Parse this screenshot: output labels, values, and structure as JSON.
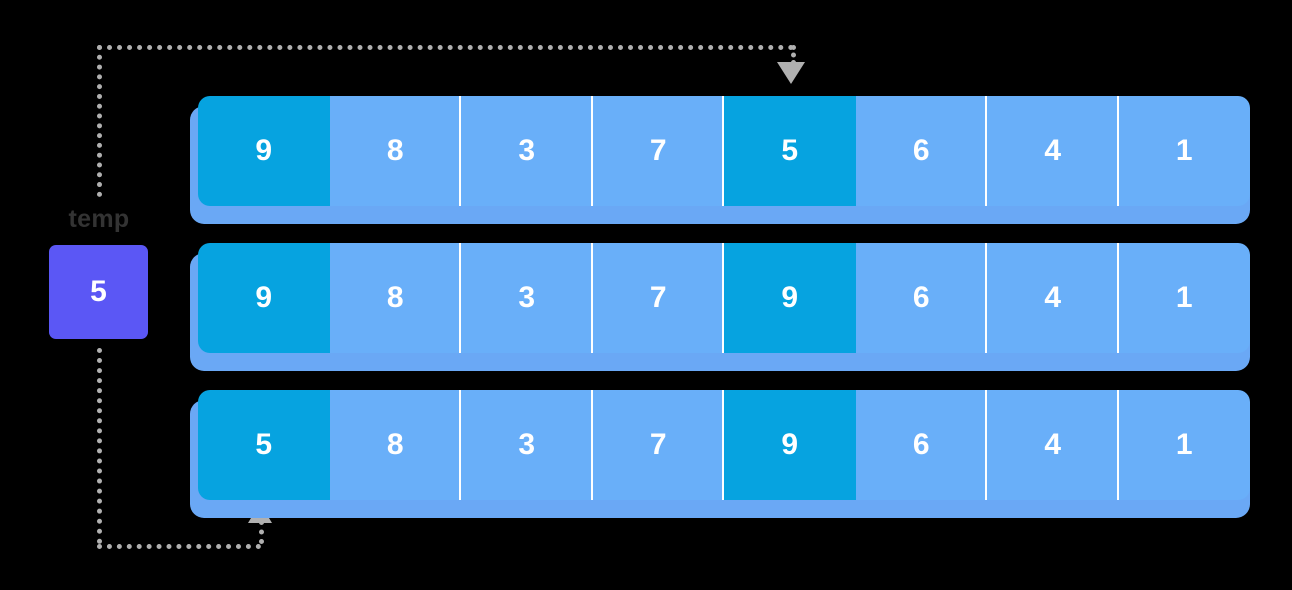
{
  "title": "array-swap-with-temp-diagram",
  "colors": {
    "background": "#000000",
    "cell_normal": "#69aff9",
    "cell_highlight": "#06a3e0",
    "row_base": "#6aa8f5",
    "temp_box": "#5b57f5",
    "connector": "#b0b0b0",
    "label_text": "#333333",
    "value_text": "#ffffff"
  },
  "temp": {
    "label": "temp",
    "value": "5"
  },
  "rows": [
    {
      "name": "array-row-before",
      "cells": [
        {
          "value": "9",
          "highlighted": true
        },
        {
          "value": "8",
          "highlighted": false
        },
        {
          "value": "3",
          "highlighted": false
        },
        {
          "value": "7",
          "highlighted": false
        },
        {
          "value": "5",
          "highlighted": true
        },
        {
          "value": "6",
          "highlighted": false
        },
        {
          "value": "4",
          "highlighted": false
        },
        {
          "value": "1",
          "highlighted": false
        }
      ]
    },
    {
      "name": "array-row-middle",
      "cells": [
        {
          "value": "9",
          "highlighted": true
        },
        {
          "value": "8",
          "highlighted": false
        },
        {
          "value": "3",
          "highlighted": false
        },
        {
          "value": "7",
          "highlighted": false
        },
        {
          "value": "9",
          "highlighted": true
        },
        {
          "value": "6",
          "highlighted": false
        },
        {
          "value": "4",
          "highlighted": false
        },
        {
          "value": "1",
          "highlighted": false
        }
      ]
    },
    {
      "name": "array-row-after",
      "cells": [
        {
          "value": "5",
          "highlighted": true
        },
        {
          "value": "8",
          "highlighted": false
        },
        {
          "value": "3",
          "highlighted": false
        },
        {
          "value": "7",
          "highlighted": false
        },
        {
          "value": "9",
          "highlighted": true
        },
        {
          "value": "6",
          "highlighted": false
        },
        {
          "value": "4",
          "highlighted": false
        },
        {
          "value": "1",
          "highlighted": false
        }
      ]
    }
  ],
  "connectors": {
    "read_into_temp": {
      "name": "connector-read-value-into-temp",
      "arrow": "arrow-down-icon",
      "target_cell_index": 4
    },
    "write_from_temp": {
      "name": "connector-write-temp-into-slot",
      "arrow": "arrow-up-icon",
      "target_cell_index": 0
    }
  }
}
